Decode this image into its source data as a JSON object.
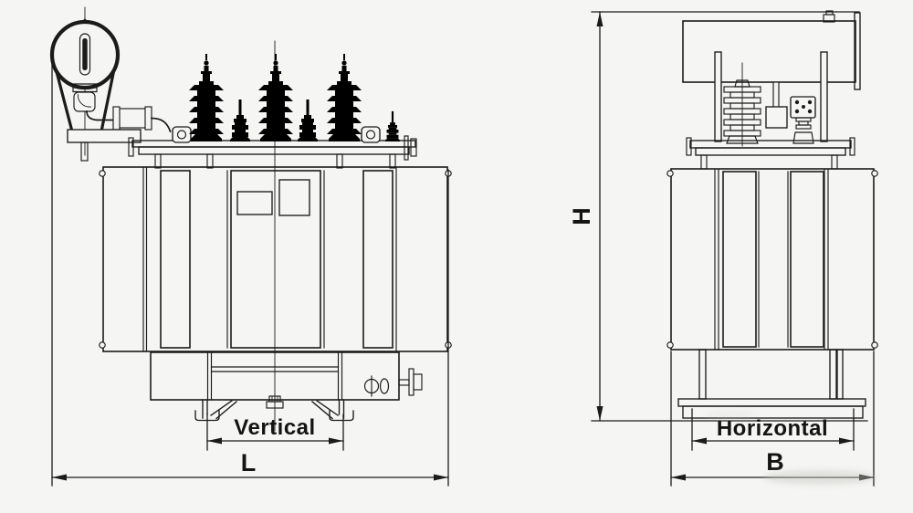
{
  "drawing": {
    "title": "transformer-outline-dimension-drawing",
    "background_color": "#f5f5f3",
    "line_color": "#1b1b1b",
    "views": {
      "front_view": "transformer front elevation with HV pagoda bushings, oil gauge callout, corrugated tank, base and feet",
      "side_view": "transformer side elevation with cable box, bushing, terminal block, corrugated tank and skid base"
    }
  },
  "dimensions": {
    "vertical": {
      "label": "Vertical"
    },
    "length": {
      "label": "L"
    },
    "height": {
      "label": "H"
    },
    "horizontal": {
      "label": "Horizontal"
    },
    "breadth": {
      "label": "B"
    }
  }
}
